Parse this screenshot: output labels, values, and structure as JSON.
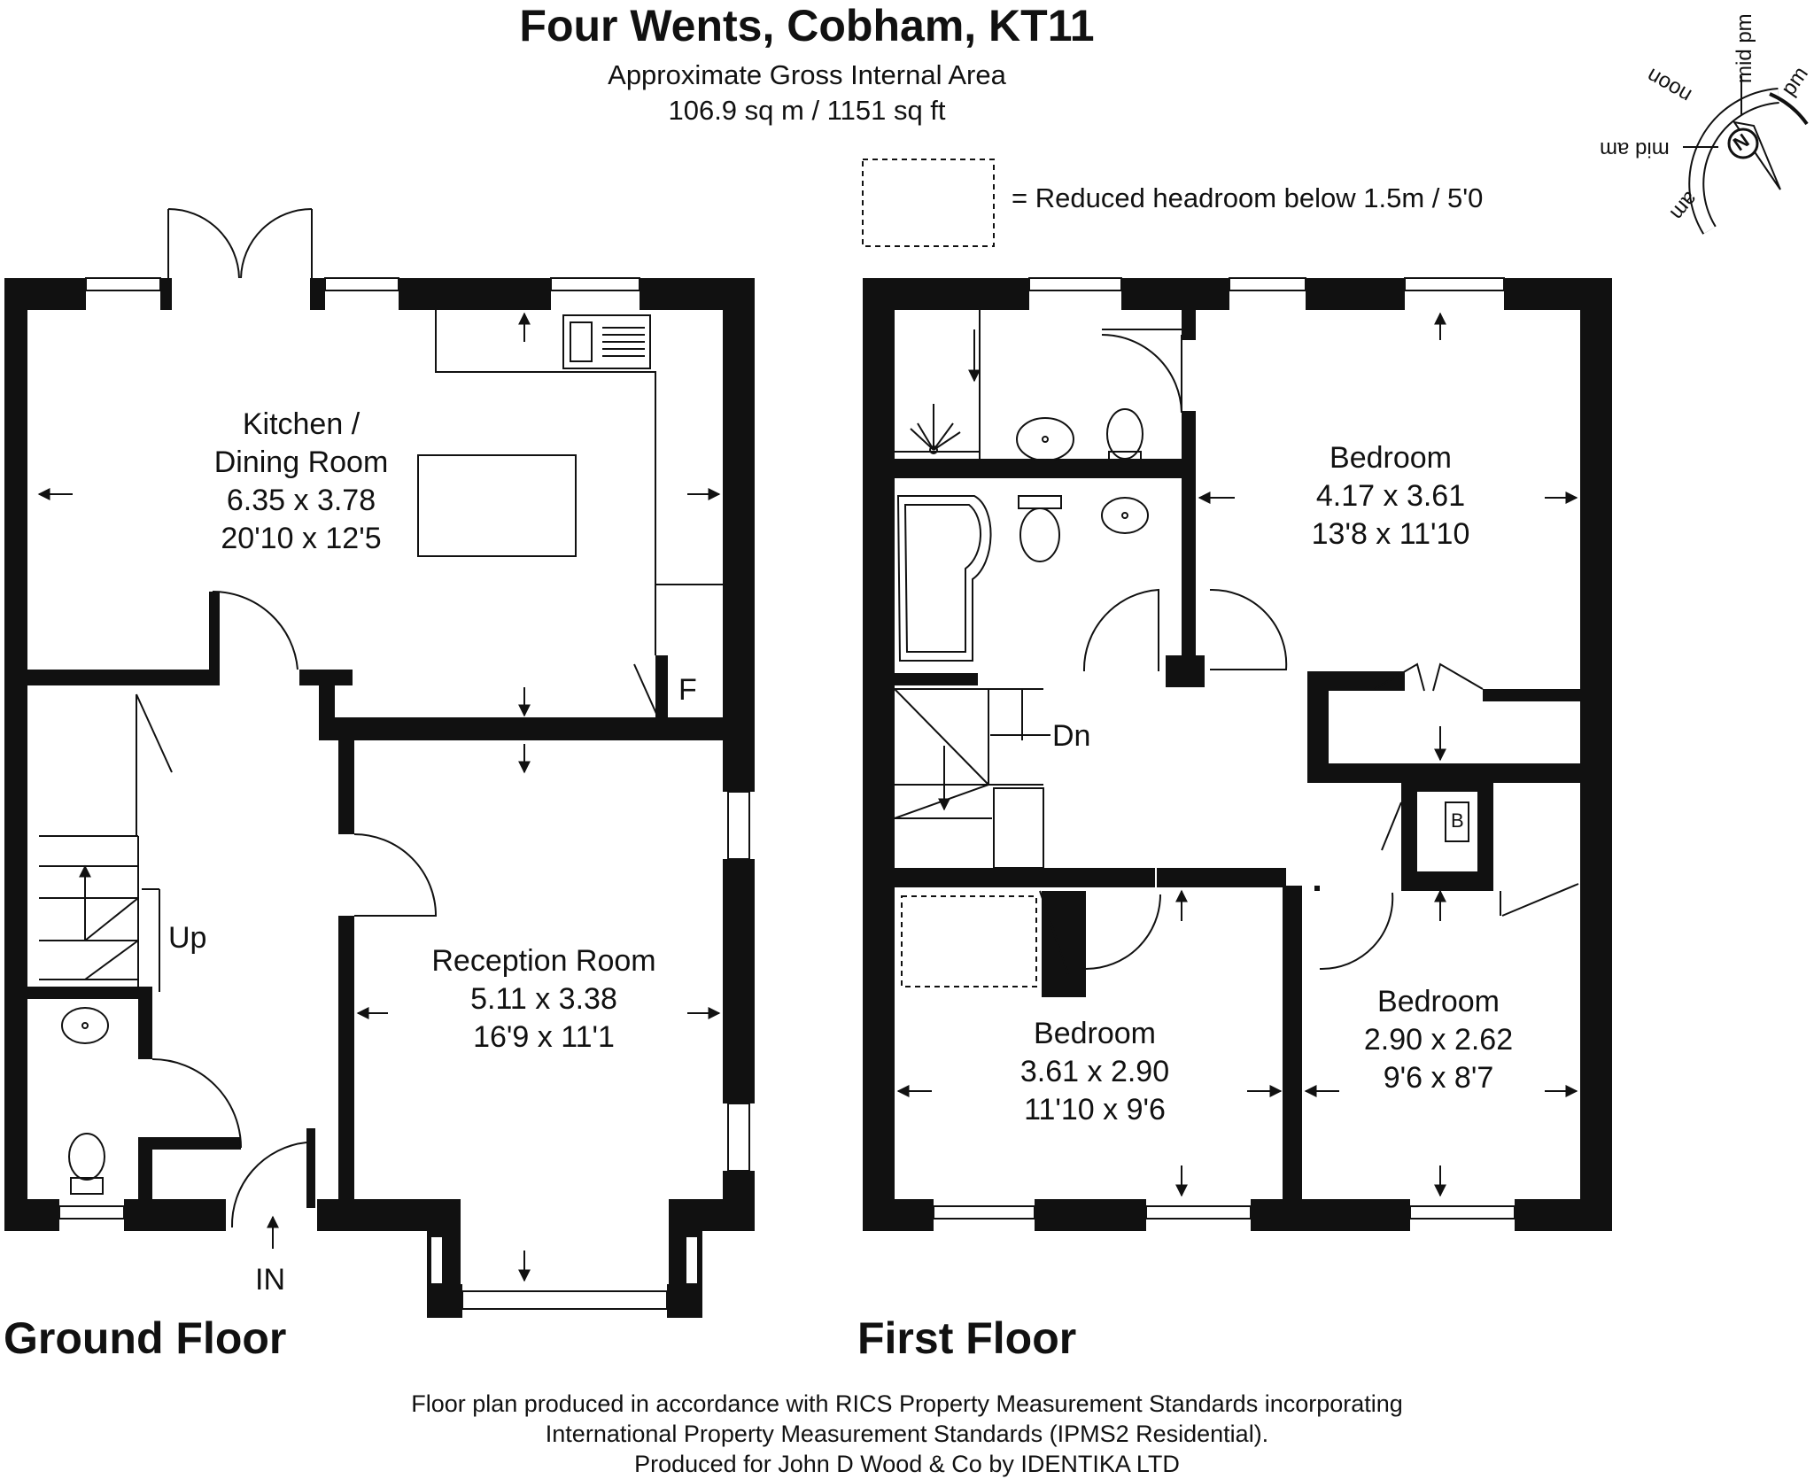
{
  "header": {
    "title": "Four Wents, Cobham, KT11",
    "area_label": "Approximate Gross Internal Area",
    "area_value": "106.9 sq m / 1151 sq ft"
  },
  "legend": {
    "reduced_headroom": "= Reduced headroom below 1.5m / 5'0"
  },
  "compass": {
    "north": "N",
    "labels": [
      "mid pm",
      "pm",
      "noon",
      "mid am",
      "am"
    ]
  },
  "ground_floor": {
    "label": "Ground Floor",
    "kitchen": {
      "name": "Kitchen /",
      "name2": "Dining Room",
      "metric": "6.35 x 3.78",
      "imperial": "20'10 x 12'5"
    },
    "reception": {
      "name": "Reception Room",
      "metric": "5.11 x 3.38",
      "imperial": "16'9 x 11'1"
    },
    "fridge_label": "F",
    "stairs_label": "Up",
    "entrance_label": "IN"
  },
  "first_floor": {
    "label": "First Floor",
    "bedroom_main": {
      "name": "Bedroom",
      "metric": "4.17 x 3.61",
      "imperial": "13'8 x 11'10"
    },
    "bedroom_left": {
      "name": "Bedroom",
      "metric": "3.61 x 2.90",
      "imperial": "11'10 x 9'6"
    },
    "bedroom_right": {
      "name": "Bedroom",
      "metric": "2.90 x 2.62",
      "imperial": "9'6 x 8'7"
    },
    "boiler_label": "B",
    "stairs_label": "Dn"
  },
  "footer": {
    "line1": "Floor plan produced in accordance with RICS Property Measurement Standards incorporating",
    "line2": "International Property Measurement Standards (IPMS2 Residential).",
    "line3": "Produced for John D Wood & Co by IDENTIKA LTD"
  }
}
